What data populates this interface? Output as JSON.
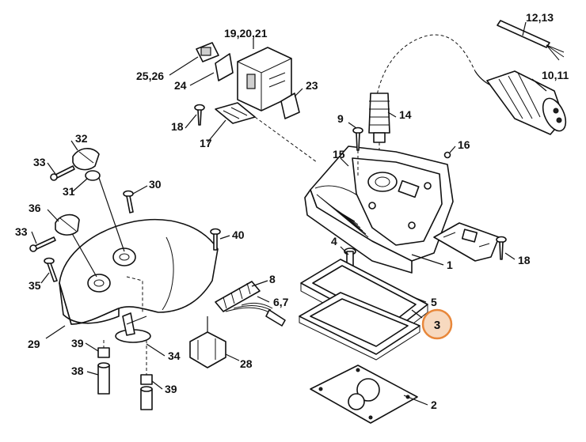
{
  "diagram": {
    "labels": {
      "l1": "1",
      "l2": "2",
      "l4": "4",
      "l5": "5",
      "l67": "6,7",
      "l8": "8",
      "l9": "9",
      "l1011": "10,11",
      "l1213": "12,13",
      "l14": "14",
      "l15": "15",
      "l16": "16",
      "l17": "17",
      "l18a": "18",
      "l18b": "18",
      "l192021": "19,20,21",
      "l23": "23",
      "l24": "24",
      "l2526": "25,26",
      "l28": "28",
      "l29": "29",
      "l30": "30",
      "l31": "31",
      "l32": "32",
      "l33a": "33",
      "l33b": "33",
      "l34": "34",
      "l35": "35",
      "l36": "36",
      "l38": "38",
      "l39a": "39",
      "l39b": "39",
      "l40": "40"
    },
    "highlight": {
      "label": "3",
      "color": "#e8873a",
      "fill": "#f7d9bf"
    }
  }
}
